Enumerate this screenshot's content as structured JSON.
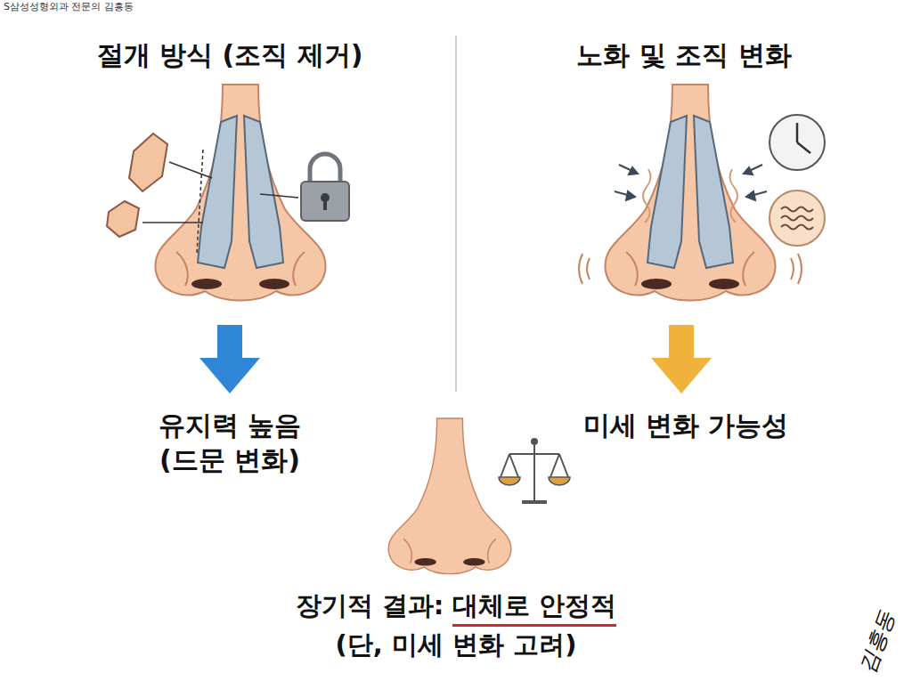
{
  "diagram": {
    "labels": [
      "S삼성성형외과 전문의 김흥동",
      "절개 방식 (조직 제거)",
      "노화 및 조직 변화",
      "유지력 높음 (드문 변화)",
      "미세 변화 가능성",
      "장기적 결과:",
      "대체로 안정적",
      "(단, 미세 변화 고려)",
      "김흥동"
    ]
  }
}
